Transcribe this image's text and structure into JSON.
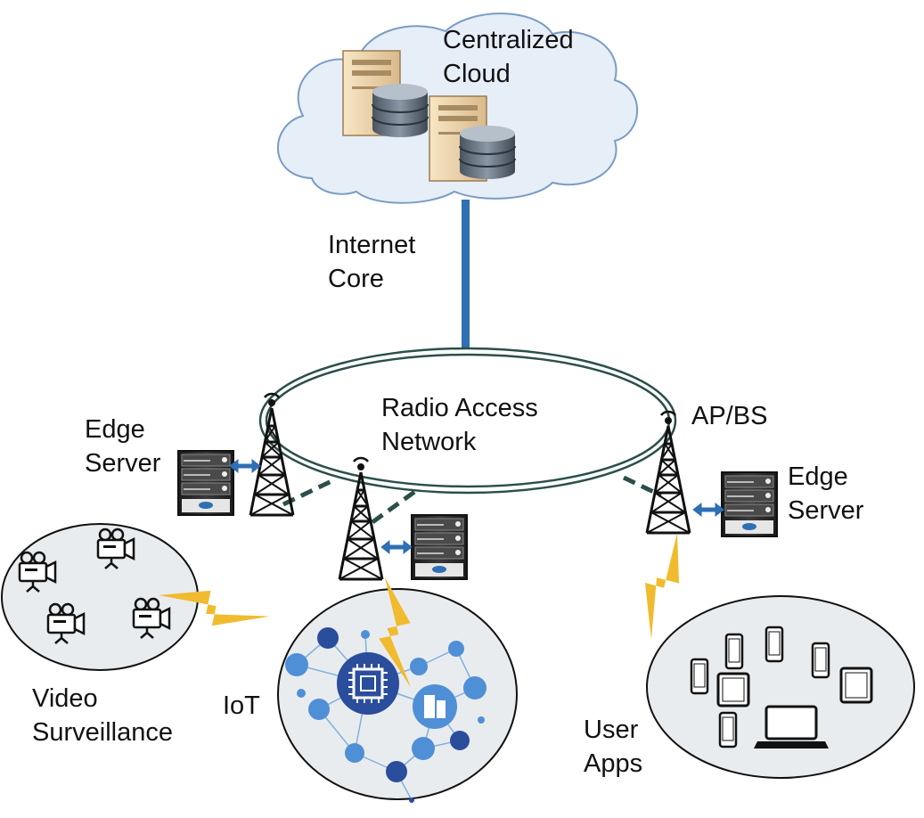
{
  "labels": {
    "cloud": [
      "Centralized",
      "Cloud"
    ],
    "internet": [
      "Internet",
      "Core"
    ],
    "ran": [
      "Radio Access",
      "Network"
    ],
    "ap": [
      "AP/BS"
    ],
    "edge_left": [
      "Edge",
      "Server"
    ],
    "edge_right": [
      "Edge",
      "Server"
    ],
    "video": [
      "Video",
      "Surveillance"
    ],
    "iot": [
      "IoT"
    ],
    "user": [
      "User",
      "Apps"
    ]
  },
  "colors": {
    "link": "#2f6fb3",
    "bolt": "#f0bb2e",
    "cloud_fill": "#e6eef8",
    "cloud_stroke": "#7a9cc4",
    "ring": "#2b4f4a",
    "circle_fill": "#e9ecef",
    "iot_hub": "#2a4d9c",
    "iot_node": "#4f8fd6"
  },
  "icons": [
    "server-tower-icon",
    "database-icon",
    "cell-tower-icon",
    "rack-server-icon",
    "lightning-icon",
    "video-camera-icon",
    "chip-icon",
    "smartphone-icon",
    "tablet-icon",
    "laptop-icon"
  ]
}
